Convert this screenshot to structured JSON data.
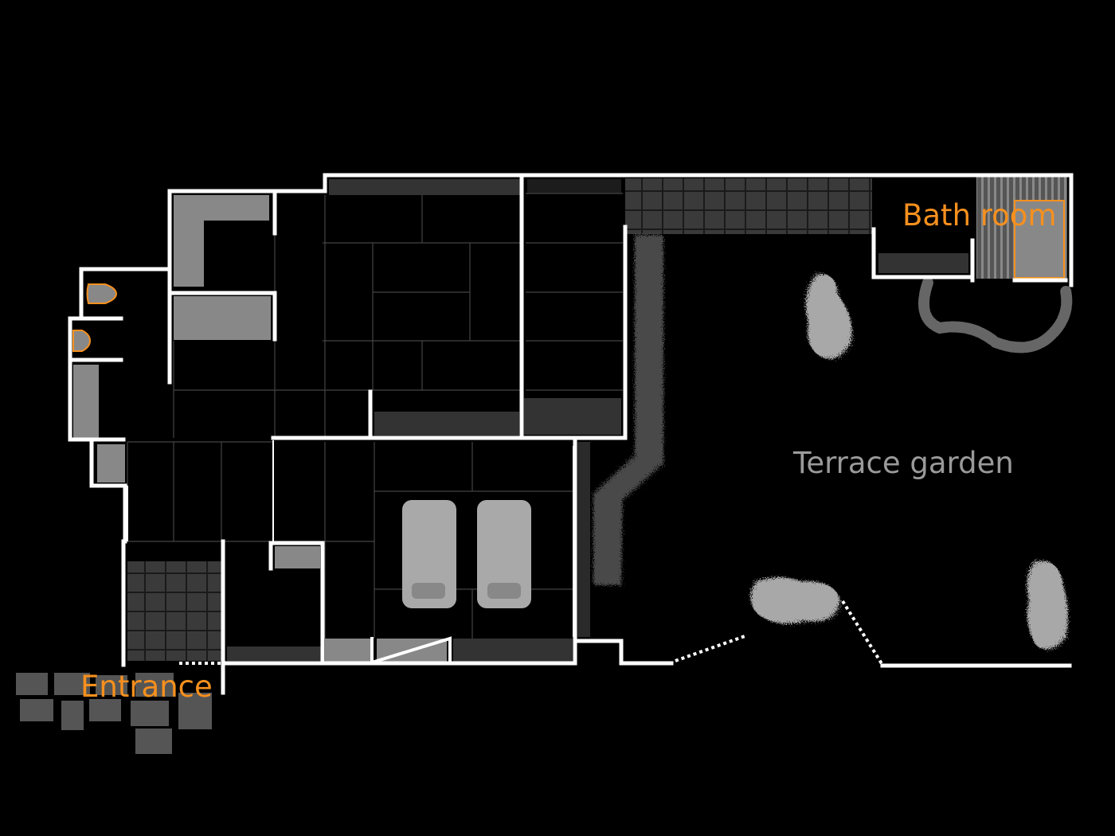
{
  "labels": {
    "bath_room": "Bath room",
    "entrance": "Entrance",
    "terrace_garden": "Terrace garden"
  },
  "colors": {
    "accent": "#f7901e",
    "wall": "#ffffff",
    "fixture": "#888888",
    "floor_dark": "#333333",
    "garden_text": "#9a9a9a"
  }
}
